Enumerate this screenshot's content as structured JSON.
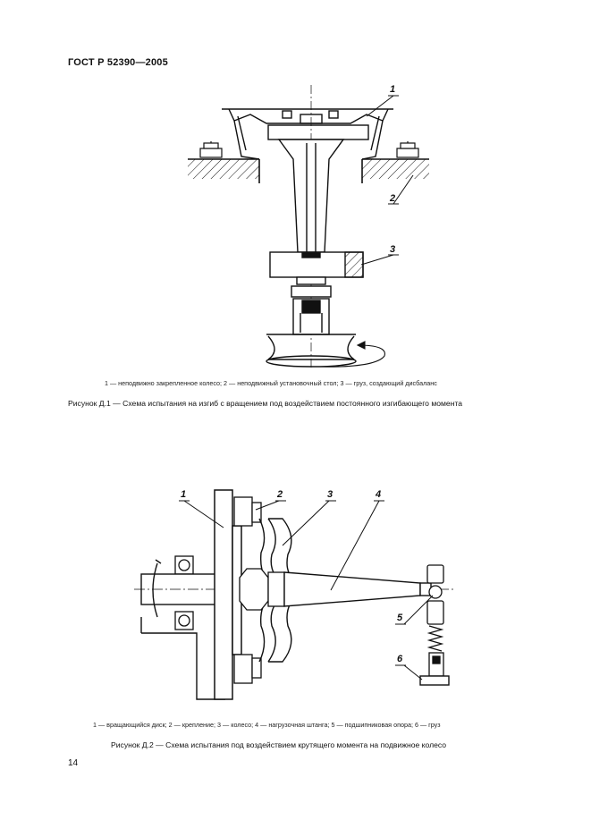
{
  "header": {
    "standard": "ГОСТ Р 52390—2005"
  },
  "figure1": {
    "callouts": [
      "1",
      "2",
      "3"
    ],
    "legend": "1 — неподвижно закрепленное колесо; 2 — неподвижный установочный стол; 3 — груз, создающий дисбаланс",
    "caption": "Рисунок Д.1 — Схема испытания на изгиб с вращением под воздействием постоянного изгибающего момента"
  },
  "figure2": {
    "callouts": [
      "1",
      "2",
      "3",
      "4",
      "5",
      "6"
    ],
    "legend": "1 — вращающийся диск; 2 — крепление; 3 — колесо; 4 — нагрузочная штанга; 5 — подшипниковая опора; 6 — груз",
    "caption": "Рисунок Д.2 — Схема испытания под воздействием крутящего момента на подвижное колесо"
  },
  "footer": {
    "page_number": "14"
  }
}
